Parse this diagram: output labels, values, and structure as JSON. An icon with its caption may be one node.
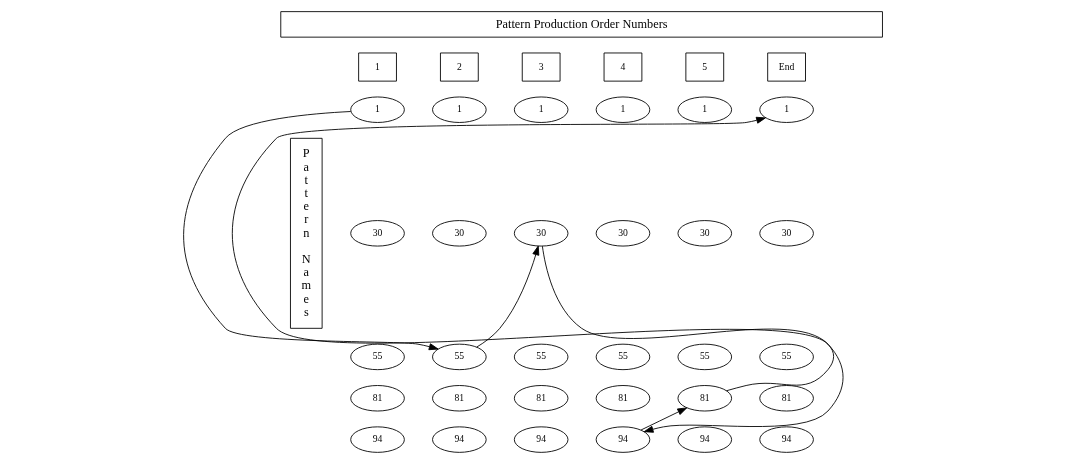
{
  "diagram": {
    "nodes": [
      {
        "text": [
          "Pattern Production Order Numbers"
        ]
      },
      {
        "text": [
          "1"
        ]
      },
      {
        "text": [
          "2"
        ]
      },
      {
        "text": [
          "3"
        ]
      },
      {
        "text": [
          "4"
        ]
      },
      {
        "text": [
          "5"
        ]
      },
      {
        "text": [
          "End"
        ]
      },
      {
        "text": [
          "Pattern Names"
        ]
      },
      {
        "text": [
          "1"
        ]
      },
      {
        "text": [
          "1"
        ]
      },
      {
        "text": [
          "1"
        ]
      },
      {
        "text": [
          "1"
        ]
      },
      {
        "text": [
          "1"
        ]
      },
      {
        "text": [
          "1"
        ]
      },
      {
        "text": [
          "30"
        ]
      },
      {
        "text": [
          "30"
        ]
      },
      {
        "text": [
          "30"
        ]
      },
      {
        "text": [
          "30"
        ]
      },
      {
        "text": [
          "30"
        ]
      },
      {
        "text": [
          "30"
        ]
      },
      {
        "text": [
          "55"
        ]
      },
      {
        "text": [
          "55"
        ]
      },
      {
        "text": [
          "55"
        ]
      },
      {
        "text": [
          "55"
        ]
      },
      {
        "text": [
          "55"
        ]
      },
      {
        "text": [
          "55"
        ]
      },
      {
        "text": [
          "81"
        ]
      },
      {
        "text": [
          "81"
        ]
      },
      {
        "text": [
          "81"
        ]
      },
      {
        "text": [
          "81"
        ]
      },
      {
        "text": [
          "81"
        ]
      },
      {
        "text": [
          "81"
        ]
      },
      {
        "text": [
          "94"
        ]
      },
      {
        "text": [
          "94"
        ]
      },
      {
        "text": [
          "94"
        ]
      },
      {
        "text": [
          "94"
        ]
      },
      {
        "text": [
          "94"
        ]
      },
      {
        "text": [
          "94"
        ]
      }
    ],
    "edges": [
      {
        "from": 8,
        "to": 21,
        "arrow": "to"
      },
      {
        "from": 21,
        "to": 16,
        "arrow": "to"
      },
      {
        "from": 16,
        "to": 35,
        "arrow": "to"
      },
      {
        "from": 35,
        "to": 30,
        "arrow": "to"
      },
      {
        "from": 30,
        "to": 13,
        "arrow": "to"
      }
    ]
  }
}
